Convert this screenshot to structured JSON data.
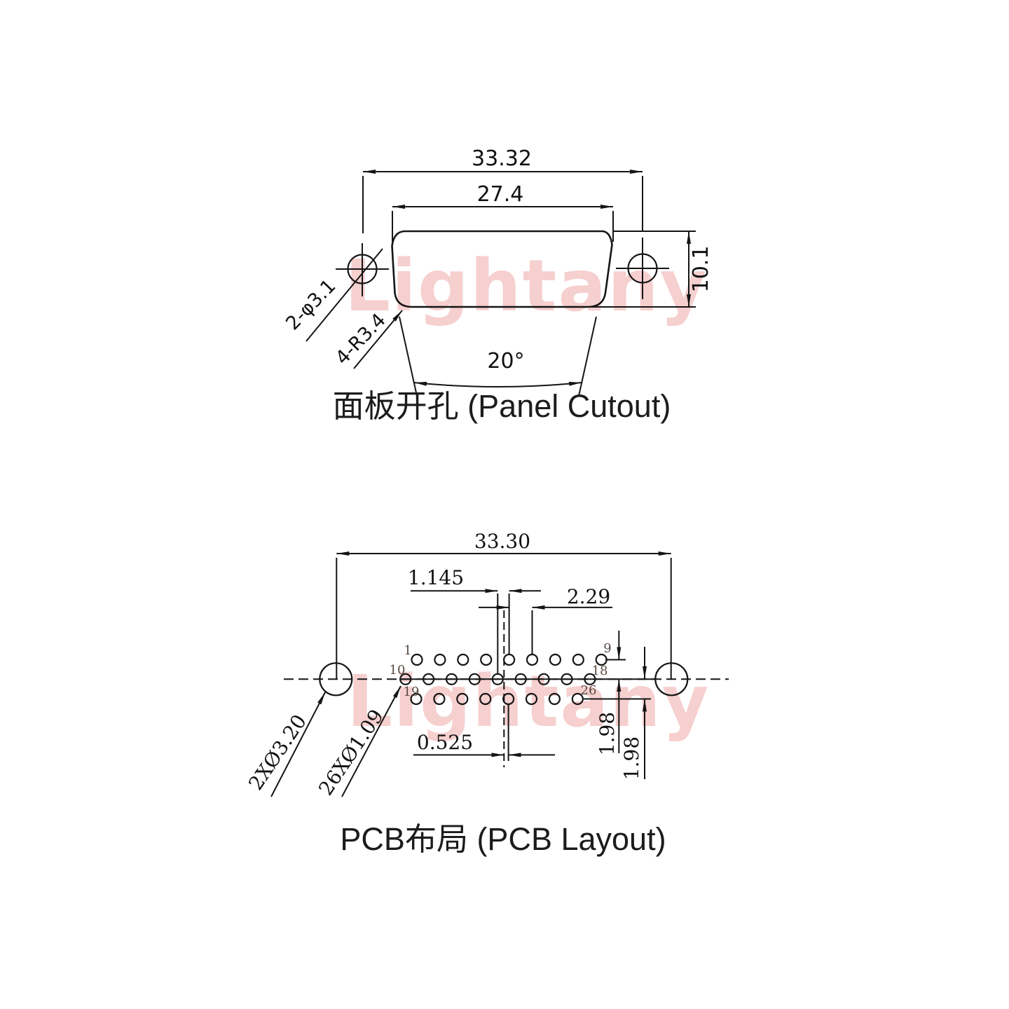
{
  "watermark": "Lightany",
  "panel": {
    "title": "面板开孔 (Panel Cutout)",
    "dim_outer_width": "33.32",
    "dim_inner_width": "27.4",
    "dim_height": "10.1",
    "dim_angle": "20°",
    "label_mount_holes": "2-φ3.1",
    "label_corner_radius": "4-R3.4"
  },
  "pcb": {
    "title": "PCB布局 (PCB Layout)",
    "dim_outer_width": "33.30",
    "dim_row_offset": "1.145",
    "dim_pitch": "2.29",
    "dim_center_offset": "0.525",
    "dim_row_gap_top": "1.98",
    "dim_row_gap_bottom": "1.98",
    "label_mount_holes": "2XØ3.20",
    "label_pin_holes": "26XØ1.09",
    "pins": {
      "p1": "1",
      "p9": "9",
      "p10": "10",
      "p18": "18",
      "p19": "19",
      "p26": "26"
    }
  }
}
